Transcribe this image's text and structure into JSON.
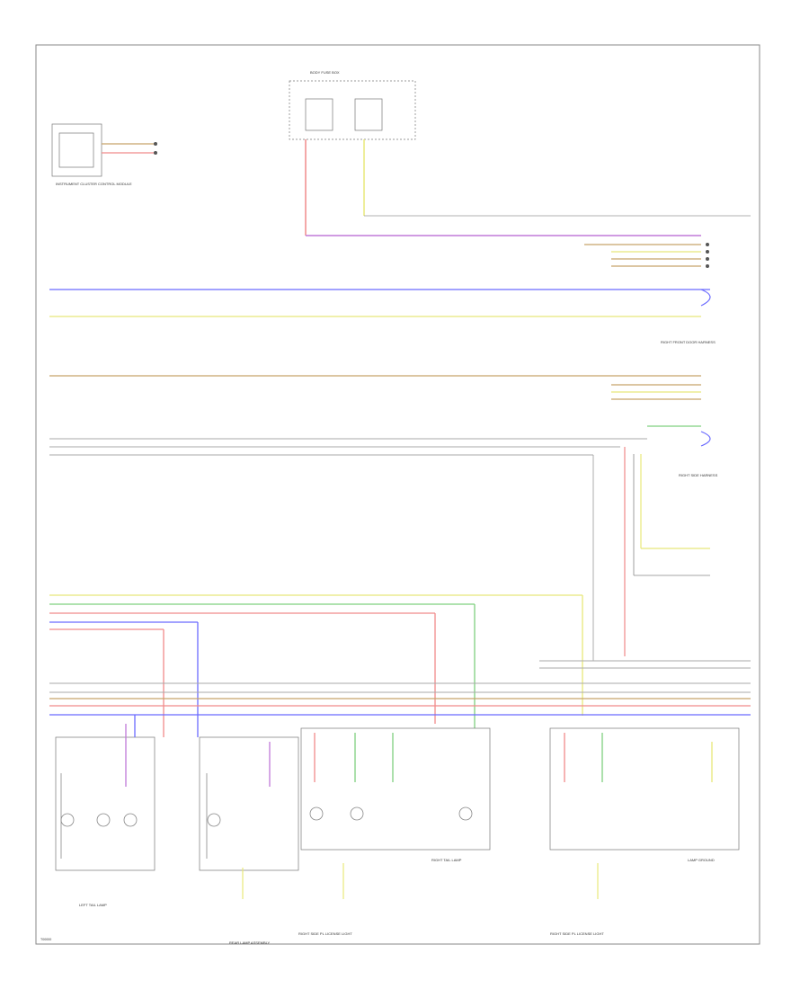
{
  "labels": {
    "instrument_cluster": "INSTRUMENT CLUSTER CONTROL MODULE",
    "fuse_box": "BODY FUSE BOX",
    "right_side_harness_a": "RIGHT FRONT DOOR HARNESS",
    "right_side_harness_b": "RIGHT SIDE HARNESS",
    "left_tail_lamp": "LEFT TAIL LAMP",
    "rear_lamp_assembly": "REAR LAMP ASSEMBLY",
    "right_tail_lamp": "RIGHT TAIL LAMP",
    "license_plate_left": "RIGHT SIDE PL LICENSE LIGHT",
    "license_plate_right": "RIGHT SIDE PL LICENSE LIGHT",
    "lamp_ground": "LAMP GROUND",
    "figure_number": "T00000"
  },
  "wire_colors": {
    "brown": "#c8a46a",
    "blue": "#6b6bff",
    "yellow": "#e8e87a",
    "pink": "#f08a8a",
    "green": "#7fd07f",
    "violet": "#c07ad8",
    "gray": "#9a9a9a"
  }
}
